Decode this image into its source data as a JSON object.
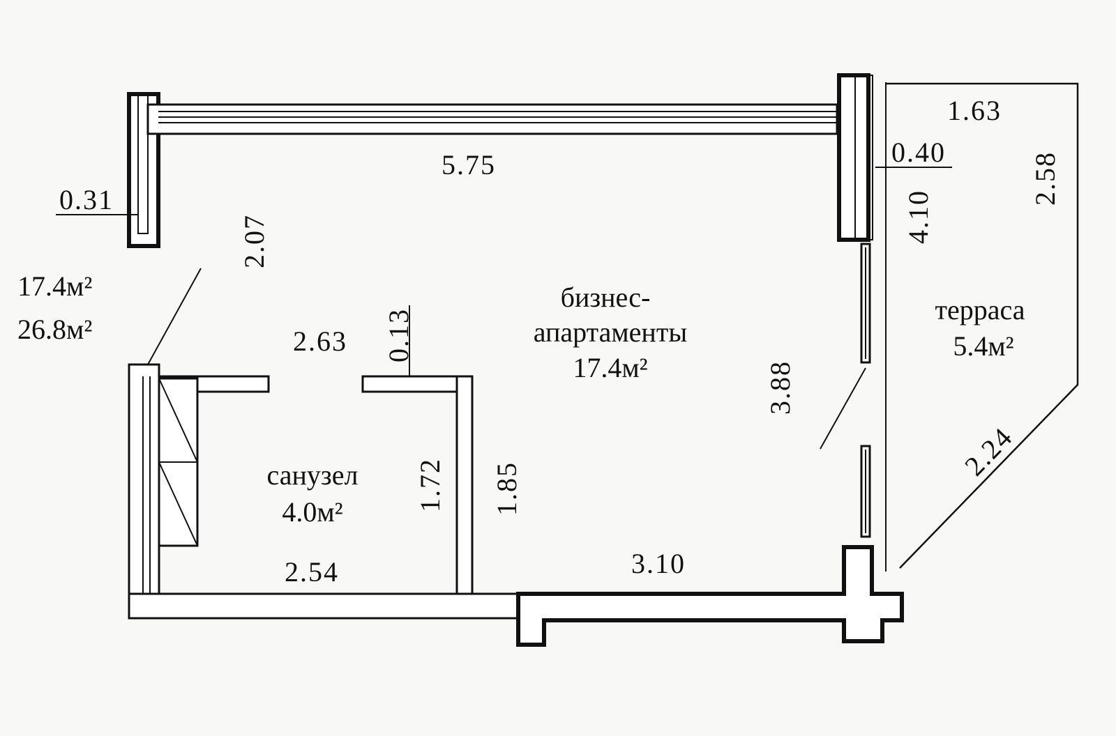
{
  "colors": {
    "background": "#f8f8f7",
    "ink": "#111111",
    "wall_fill": "#ffffff"
  },
  "summary": {
    "area_living": "17.4м²",
    "area_total": "26.8м²"
  },
  "rooms": {
    "business": {
      "line1": "бизнес-",
      "line2": "апартаменты",
      "area": "17.4м²"
    },
    "bath": {
      "name": "санузел",
      "area": "4.0м²"
    },
    "terrace": {
      "name": "терраса",
      "area": "5.4м²"
    }
  },
  "dimensions": {
    "top_width": "5.75",
    "left_wall": "0.31",
    "left_height": "2.07",
    "bath_top": "2.63",
    "partition": "0.13",
    "bath_inner_h": "1.72",
    "bath_outer_h": "1.85",
    "bath_bottom": "2.54",
    "main_bottom": "3.10",
    "window_h": "3.88",
    "right_wall": "0.40",
    "right_h": "4.10",
    "terrace_top": "1.63",
    "terrace_right": "2.58",
    "terrace_diag": "2.24"
  }
}
